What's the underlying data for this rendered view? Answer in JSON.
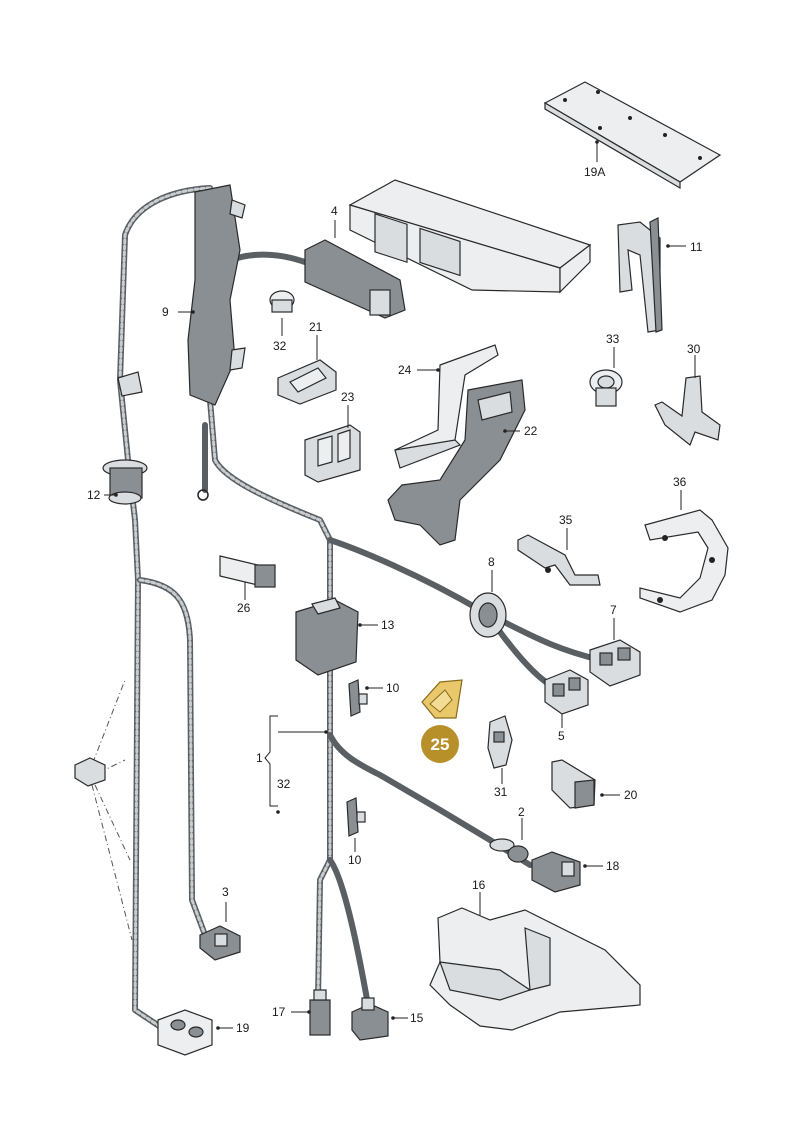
{
  "labels": {
    "p19A": "19A",
    "p4": "4",
    "p11": "11",
    "p9": "9",
    "p32a": "32",
    "p21": "21",
    "p33": "33",
    "p30": "30",
    "p24": "24",
    "p23": "23",
    "p22": "22",
    "p12": "12",
    "p36": "36",
    "p35": "35",
    "p26": "26",
    "p8": "8",
    "p7": "7",
    "p13": "13",
    "p10a": "10",
    "p5": "5",
    "p1": "1",
    "p32b": "32",
    "p31": "31",
    "p20": "20",
    "p2": "2",
    "p10b": "10",
    "p18": "18",
    "p3": "3",
    "p16": "16",
    "p17": "17",
    "p15": "15",
    "p19": "19"
  },
  "badge": {
    "number": "25",
    "color": "#b8902a"
  },
  "colors": {
    "harness": "#5a5f63",
    "part": "#d9dde0",
    "ink": "#222222"
  }
}
